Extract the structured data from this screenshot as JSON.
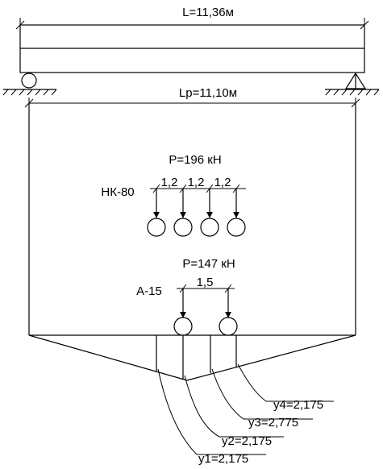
{
  "beam": {
    "total_length_label": "L=11,36м",
    "span_length_label": "Lp=11,10м"
  },
  "nk80": {
    "label": "НК-80",
    "force_label": "P=196 кН",
    "spacings": [
      "1,2",
      "1,2",
      "1,2"
    ]
  },
  "a15": {
    "label": "А-15",
    "force_label": "P=147 кН",
    "spacing": "1,5"
  },
  "ordinates": [
    {
      "label": "y1=2,175"
    },
    {
      "label": "y2=2,175"
    },
    {
      "label": "y3=2,775"
    },
    {
      "label": "y4=2,175"
    }
  ]
}
